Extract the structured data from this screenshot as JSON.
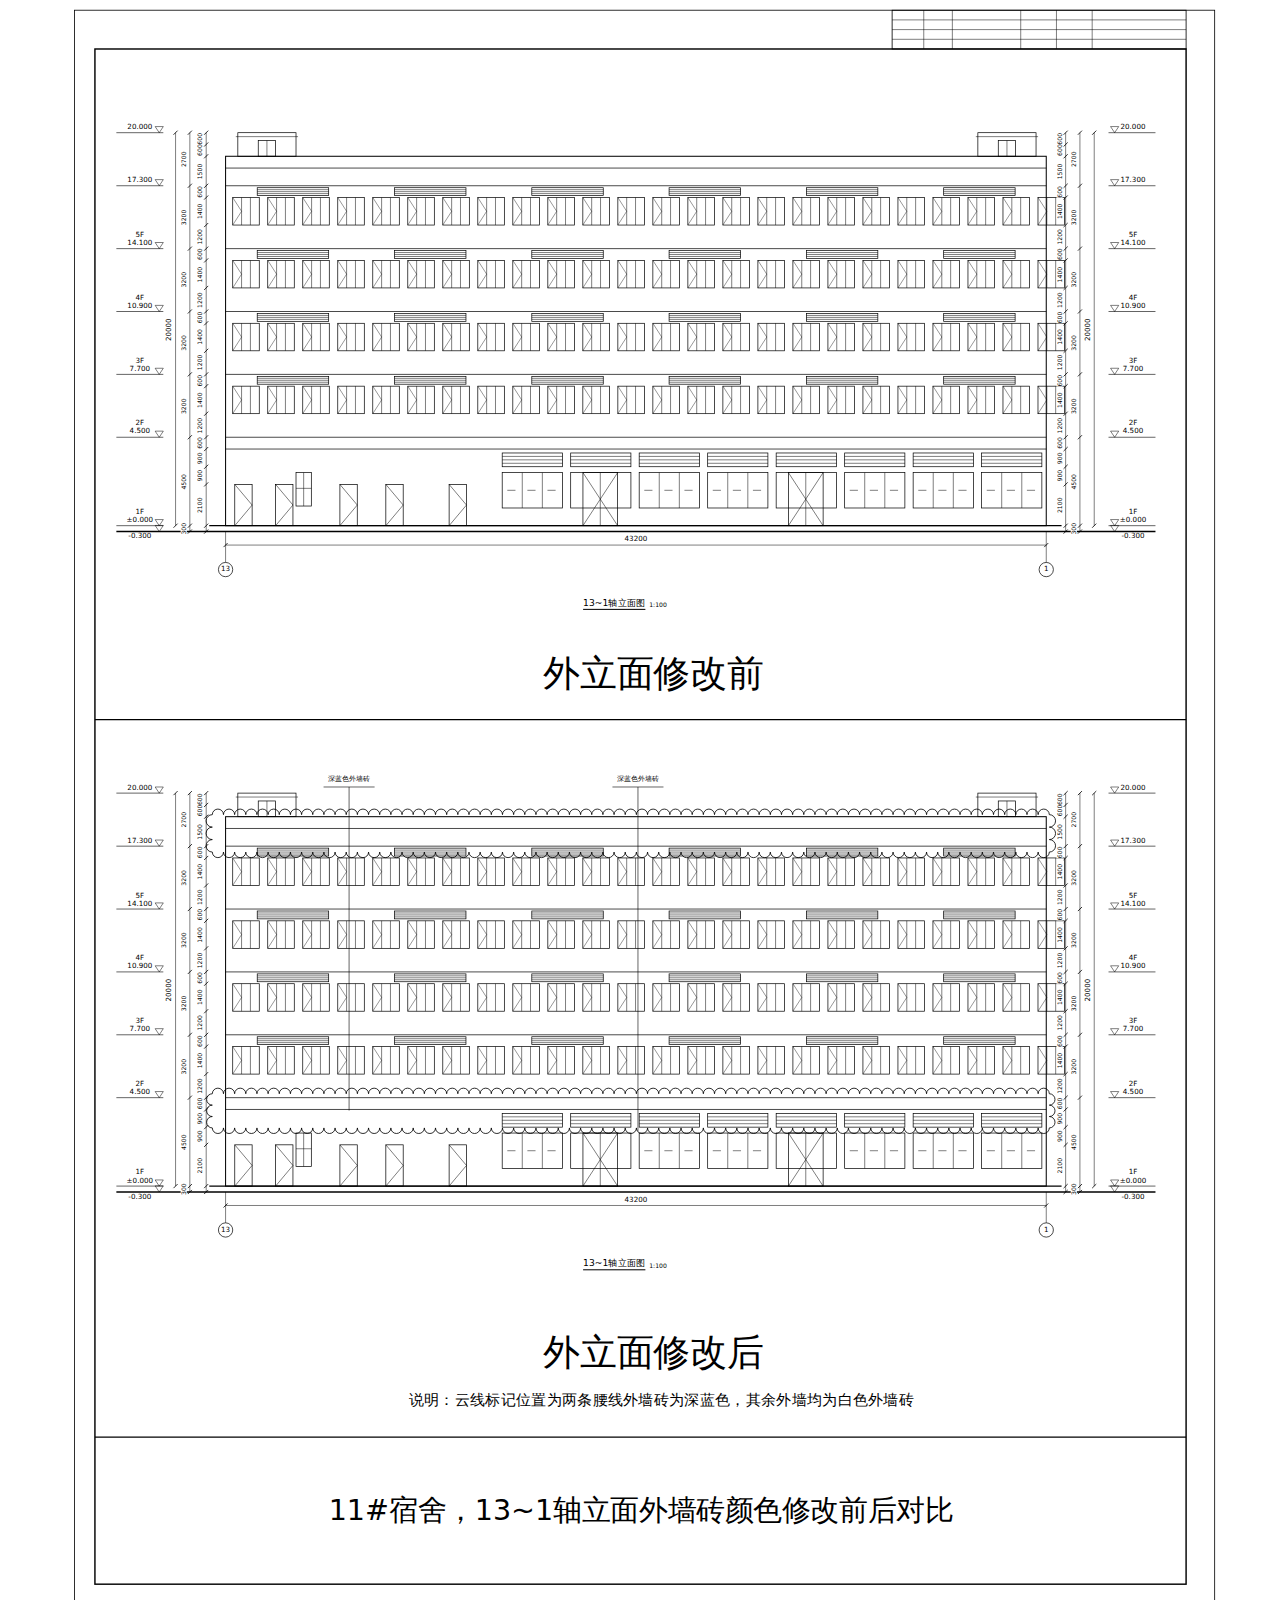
{
  "diagram": {
    "title": "11#宿舍，13~1轴立面外墙砖颜色修改前后对比",
    "nodes": [
      {
        "text": [
          "外立面修改前"
        ]
      },
      {
        "text": [
          "外立面修改后",
          "说明：云线标记位置为两条腰线外墙砖为深蓝色，其余外墙均为白色外墙砖"
        ]
      }
    ],
    "labels": [
      "20.000",
      "17.300",
      "5F",
      "14.100",
      "4F",
      "10.900",
      "3F",
      "7.700",
      "2F",
      "4.500",
      "1F",
      "±0.000",
      "-0.300",
      "2700",
      "3200",
      "3200",
      "3200",
      "3200",
      "4500",
      "300",
      "20000",
      "600",
      "600",
      "1500",
      "600",
      "1400",
      "1200",
      "600",
      "1400",
      "1200",
      "600",
      "1400",
      "1200",
      "600",
      "1400",
      "1200",
      "600",
      "900",
      "900",
      "2100",
      "20.000",
      "17.300",
      "5F",
      "14.100",
      "4F",
      "10.900",
      "3F",
      "7.700",
      "2F",
      "4.500",
      "1F",
      "±0.000",
      "-0.300",
      "2700",
      "3200",
      "3200",
      "3200",
      "3200",
      "4500",
      "300",
      "20000",
      "600",
      "600",
      "1500",
      "600",
      "1400",
      "1200",
      "600",
      "1400",
      "1200",
      "600",
      "1400",
      "1200",
      "600",
      "1400",
      "1200",
      "600",
      "900",
      "900",
      "2100",
      "43200",
      "13",
      "1",
      "13~1轴立面图",
      "1:100",
      "20.000",
      "17.300",
      "5F",
      "14.100",
      "4F",
      "10.900",
      "3F",
      "7.700",
      "2F",
      "4.500",
      "1F",
      "±0.000",
      "-0.300",
      "2700",
      "3200",
      "3200",
      "3200",
      "3200",
      "4500",
      "300",
      "20000",
      "600",
      "600",
      "1500",
      "600",
      "1400",
      "1200",
      "600",
      "1400",
      "1200",
      "600",
      "1400",
      "1200",
      "600",
      "1400",
      "1200",
      "600",
      "900",
      "900",
      "2100",
      "20.000",
      "17.300",
      "5F",
      "14.100",
      "4F",
      "10.900",
      "3F",
      "7.700",
      "2F",
      "4.500",
      "1F",
      "±0.000",
      "-0.300",
      "2700",
      "3200",
      "3200",
      "3200",
      "3200",
      "4500",
      "300",
      "20000",
      "600",
      "600",
      "1500",
      "600",
      "1400",
      "1200",
      "600",
      "1400",
      "1200",
      "600",
      "1400",
      "1200",
      "600",
      "1400",
      "1200",
      "600",
      "900",
      "900",
      "2100",
      "43200",
      "13",
      "1",
      "13~1轴立面图",
      "1:100",
      "深蓝色外墙砖",
      "深蓝色外墙砖"
    ]
  }
}
